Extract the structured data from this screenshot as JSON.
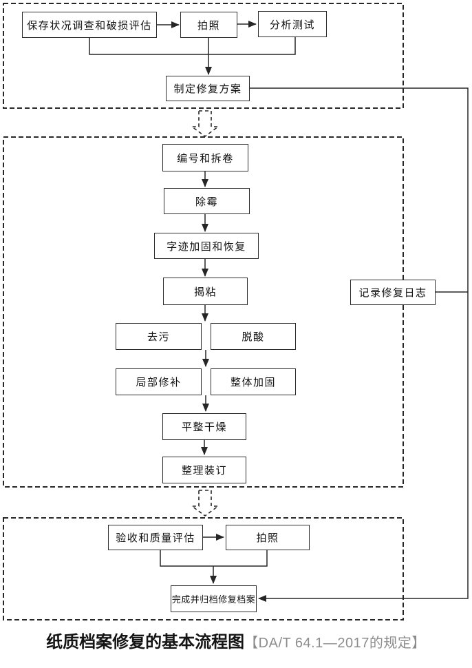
{
  "title": {
    "main": "纸质档案修复的基本流程图",
    "reference": "【DA/T 64.1—2017的规定】"
  },
  "nodes": {
    "survey": "保存状况调查和破损评估",
    "photo1": "拍照",
    "analysis": "分析测试",
    "plan": "制定修复方案",
    "numbering": "编号和拆卷",
    "mold_removal": "除霉",
    "ink_fixing": "字迹加固和恢复",
    "unsticking": "揭粘",
    "cleaning": "去污",
    "deacidification": "脱酸",
    "local_patching": "局部修补",
    "overall_reinforcement": "整体加固",
    "flatten_dry": "平整干燥",
    "arrange_binding": "整理装订",
    "repair_log": "记录修复日志",
    "acceptance": "验收和质量评估",
    "photo2": "拍照",
    "archive": "完成并归档修复档案"
  },
  "colors": {
    "line": "#262626",
    "box_border": "#2b2b2b",
    "caption_main": "#141414",
    "caption_ref": "#8c8c8c"
  }
}
